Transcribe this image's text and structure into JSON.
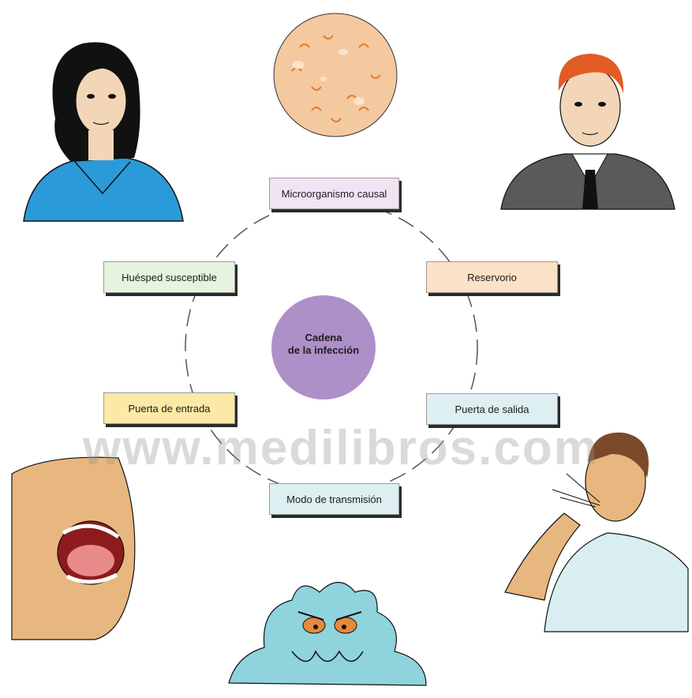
{
  "center": {
    "line1": "Cadena",
    "line2": "de la infección"
  },
  "nodes": {
    "microorganismo": {
      "label": "Microorganismo causal",
      "color": "#f1e4f2"
    },
    "reservorio": {
      "label": "Reservorio",
      "color": "#fbe2c6"
    },
    "salida": {
      "label": "Puerta de salida",
      "color": "#ddeff1"
    },
    "transmision": {
      "label": "Modo de transmisión",
      "color": "#ddeff1"
    },
    "entrada": {
      "label": "Puerta de entrada",
      "color": "#fbe9a5"
    },
    "huesped": {
      "label": "Huésped susceptible",
      "color": "#e6f4de"
    }
  },
  "watermark": "www.medilibros.com",
  "colors": {
    "center_circle": "#ae90c9",
    "dash_ring": "#555555"
  },
  "illustrations": [
    "woman-portrait",
    "bacteria-culture",
    "man-in-suit",
    "open-mouth",
    "coughing-man",
    "blob-germ"
  ]
}
